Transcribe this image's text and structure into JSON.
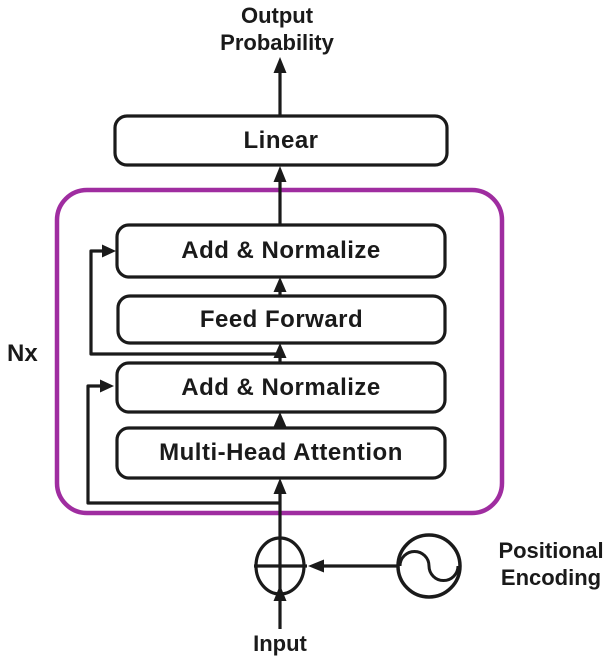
{
  "colors": {
    "accent": "#9F2DA0",
    "ink": "#1A1A1A"
  },
  "nodes": {
    "output_probability": "Output Probability",
    "linear": "Linear",
    "add_normalize_top": "Add & Normalize",
    "feed_forward": "Feed Forward",
    "add_normalize_bottom": "Add & Normalize",
    "multi_head_attention": "Multi-Head Attention",
    "stack_repeat": "Nx",
    "positional_encoding": "Positional Encoding",
    "input": "Input"
  },
  "icons": {
    "sum_junction": "plus-circle-icon",
    "positional_signal": "sine-wave-icon"
  }
}
